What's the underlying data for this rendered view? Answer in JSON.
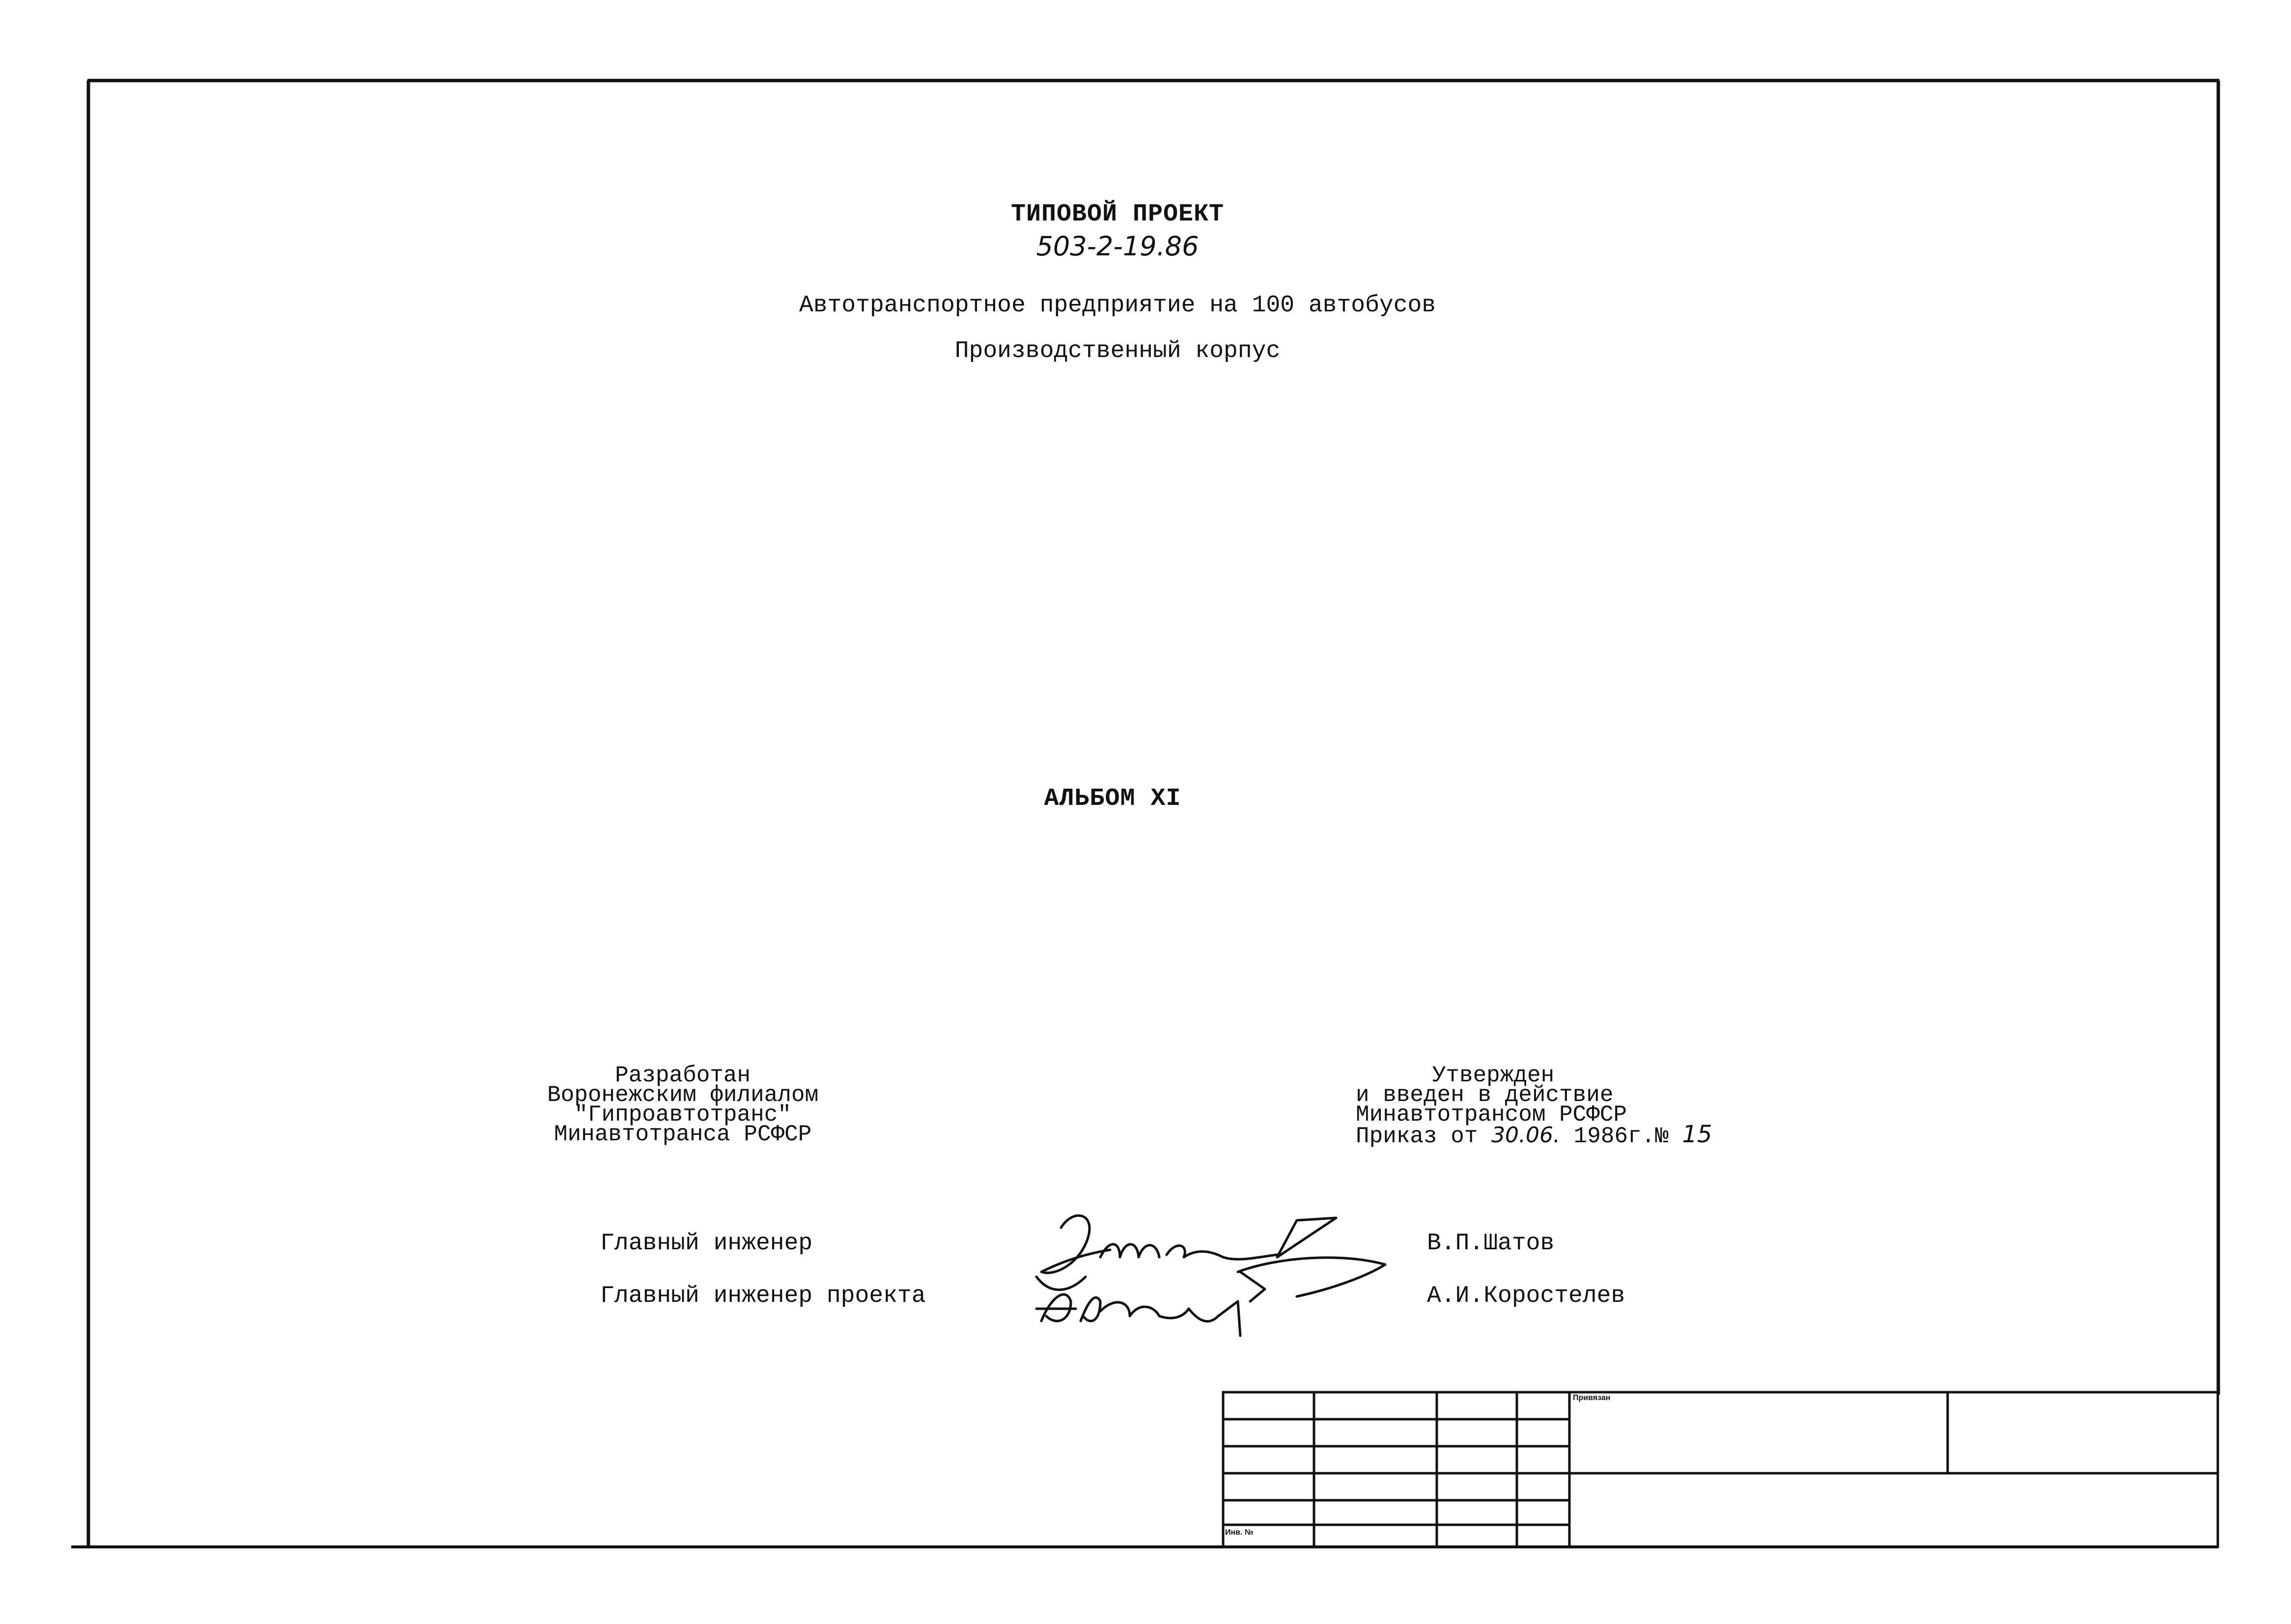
{
  "header": {
    "project_type": "ТИПОВОЙ ПРОЕКТ",
    "project_number": "503-2-19.86",
    "title": "Автотранспортное предприятие на 100 автобусов",
    "subtitle": "Производственный корпус"
  },
  "album": "АЛЬБОМ XI",
  "developer": {
    "lines": [
      "Разработан",
      "Воронежским филиалом",
      "\"Гипроавтотранс\"",
      "Минавтотранса РСФСР"
    ]
  },
  "approval": {
    "lines": [
      "Утвержден",
      "и введен в действие",
      "Минавтотрансом РСФСР"
    ],
    "order_prefix": "Приказ от",
    "order_date": "30.06.",
    "order_year": "1986г.№",
    "order_number": "15"
  },
  "signatories": [
    {
      "role": "Главный инженер",
      "name": "В.П.Шатов"
    },
    {
      "role": "Главный инженер проекта",
      "name": "А.И.Коростелев"
    }
  ],
  "title_block": {
    "attached_label": "Привязан",
    "inventory_label": "Инв. №"
  }
}
